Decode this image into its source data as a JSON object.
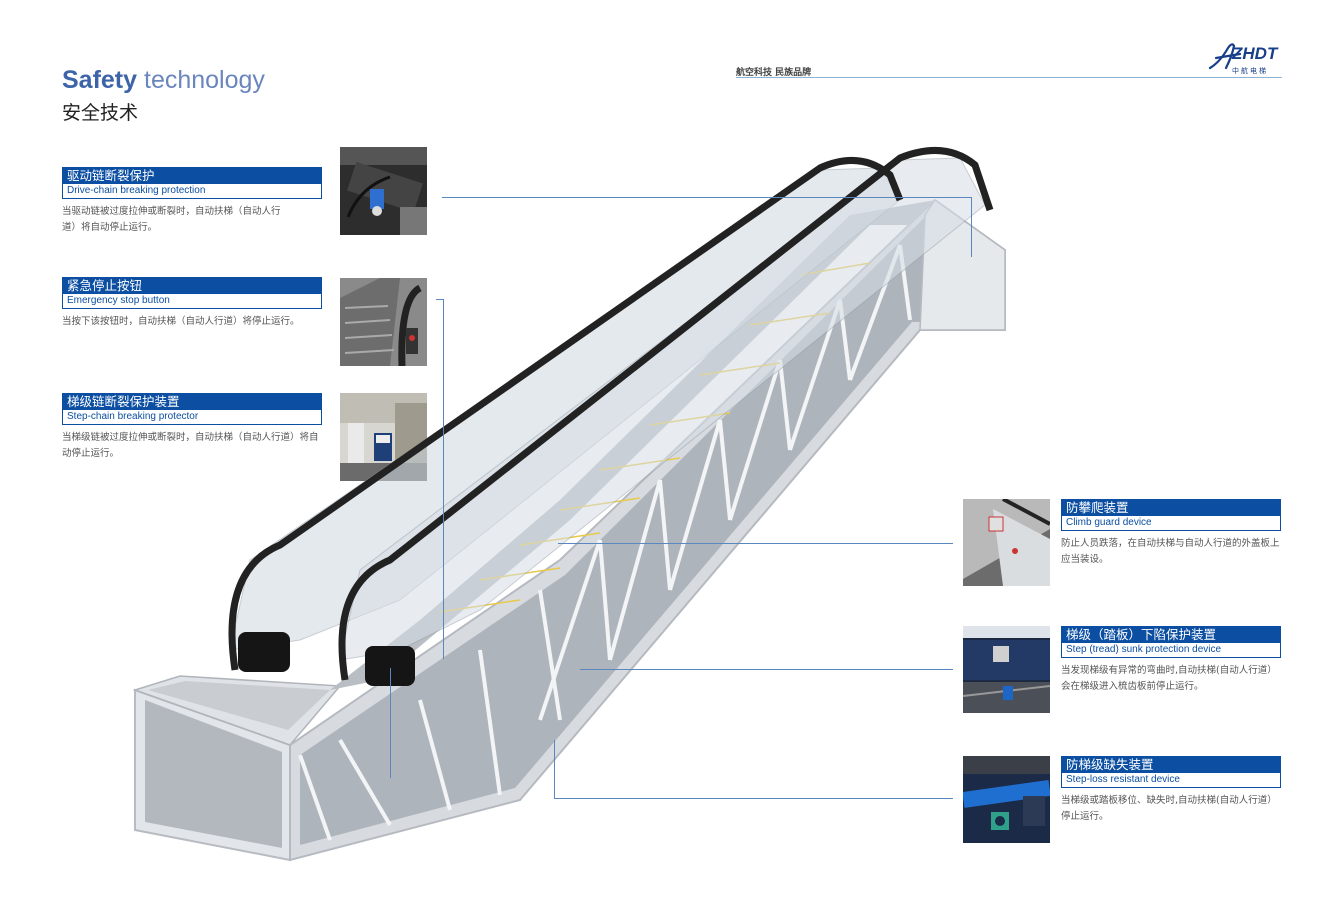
{
  "header": {
    "title_en_bold": "Safety",
    "title_en_light": "technology",
    "title_cn": "安全技术",
    "slogan": "航空科技 民族品牌",
    "logo_text": "ZHDT",
    "logo_sub": "中航电梯"
  },
  "features_left": [
    {
      "title": "驱动链断裂保护",
      "subtitle": "Drive-chain breaking protection",
      "desc": "当驱动链被过度拉伸或断裂时，自动扶梯（自动人行道）将自动停止运行。"
    },
    {
      "title": "紧急停止按钮",
      "subtitle": "Emergency stop button",
      "desc": "当按下该按钮时，自动扶梯（自动人行道）将停止运行。"
    },
    {
      "title": "梯级链断裂保护装置",
      "subtitle": "Step-chain breaking protector",
      "desc": "当梯级链被过度拉伸或断裂时，自动扶梯（自动人行道）将自动停止运行。"
    }
  ],
  "features_right": [
    {
      "title": "防攀爬装置",
      "subtitle": "Climb guard device",
      "desc": "防止人员跌落，在自动扶梯与自动人行道的外盖板上应当装设。"
    },
    {
      "title": "梯级（踏板）下陷保护装置",
      "subtitle": "Step (tread) sunk protection device",
      "desc": "当发现梯级有异常的弯曲时,自动扶梯(自动人行道）会在梯级进入梳齿板前停止运行。"
    },
    {
      "title": "防梯级缺失装置",
      "subtitle": "Step-loss resistant device",
      "desc": "当梯级或踏板移位、缺失时,自动扶梯(自动人行道）停止运行。"
    }
  ],
  "colors": {
    "brand": "#0b4ea2",
    "title_blue": "#3d63a8",
    "callout_line": "#5a87bd"
  },
  "icons": [
    "zhdt-logo-icon",
    "escalator-illustration",
    "drive-chain-photo",
    "emergency-stop-photo",
    "step-chain-photo",
    "climb-guard-photo",
    "step-sunk-photo",
    "step-loss-photo"
  ]
}
